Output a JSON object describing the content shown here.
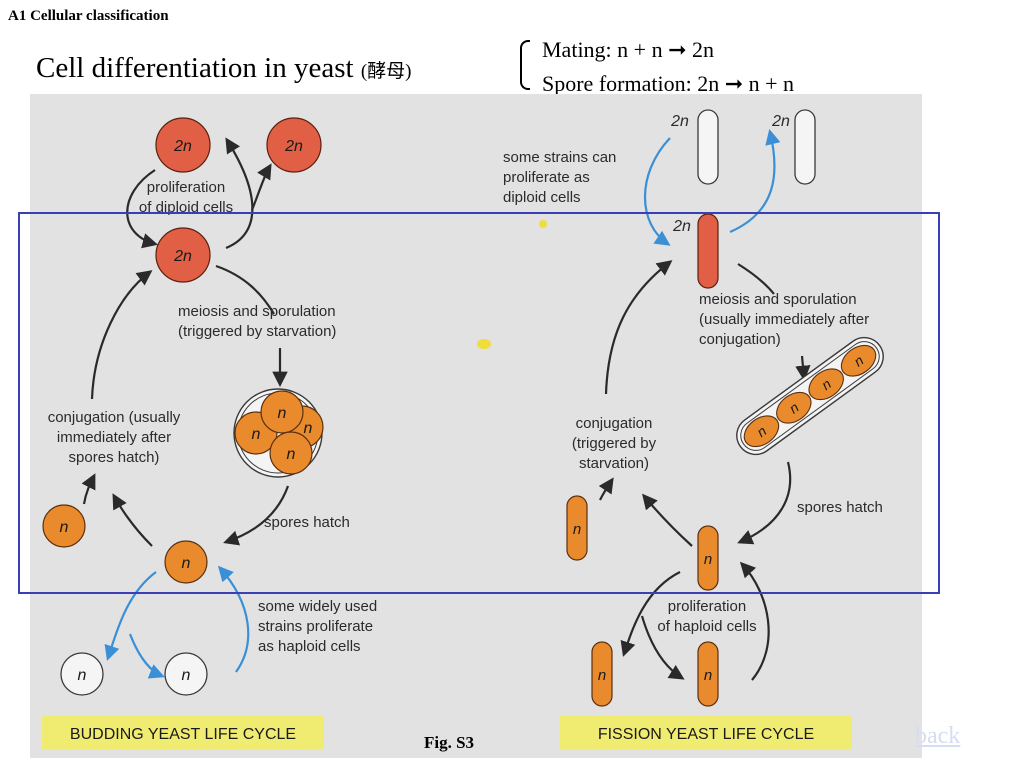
{
  "header": {
    "section_label": "A1 Cellular classification",
    "title_main": "Cell differentiation in yeast",
    "title_sub": "(酵母)",
    "equation_mating": "Mating: n + n ➞ 2n",
    "equation_spore": "Spore formation: 2n ➞ n + n"
  },
  "figure": {
    "caption": "Fig. S3",
    "colors": {
      "panel_bg": "#e2e2e2",
      "diploid_fill": "#e15f44",
      "haploid_fill": "#e98a2c",
      "blue_arrow": "#3a8fd6",
      "label_bar": "#f0ec72",
      "highlight_border": "#3a3fb5"
    },
    "budding": {
      "cycle_label": "BUDDING YEAST LIFE CYCLE",
      "cell_2n": "2n",
      "cell_n": "n",
      "label_proliferation_1": "proliferation",
      "label_proliferation_2": "of diploid cells",
      "label_meiosis_1": "meiosis and sporulation",
      "label_meiosis_2": "(triggered by starvation)",
      "label_conjugation_1": "conjugation (usually",
      "label_conjugation_2": "immediately after",
      "label_conjugation_3": "spores hatch)",
      "label_hatch": "spores hatch",
      "label_haploid_1": "some widely used",
      "label_haploid_2": "strains proliferate",
      "label_haploid_3": "as haploid cells"
    },
    "fission": {
      "cycle_label": "FISSION YEAST LIFE CYCLE",
      "cell_2n": "2n",
      "cell_n": "n",
      "label_diploid_1": "some strains can",
      "label_diploid_2": "proliferate as",
      "label_diploid_3": "diploid cells",
      "label_meiosis_1": "meiosis and sporulation",
      "label_meiosis_2": "(usually immediately after",
      "label_meiosis_3": "conjugation)",
      "label_conjugation_1": "conjugation",
      "label_conjugation_2": "(triggered by",
      "label_conjugation_3": "starvation)",
      "label_hatch": "spores hatch",
      "label_proliferation_1": "proliferation",
      "label_proliferation_2": "of haploid cells"
    }
  },
  "nav": {
    "back_label": "back"
  }
}
